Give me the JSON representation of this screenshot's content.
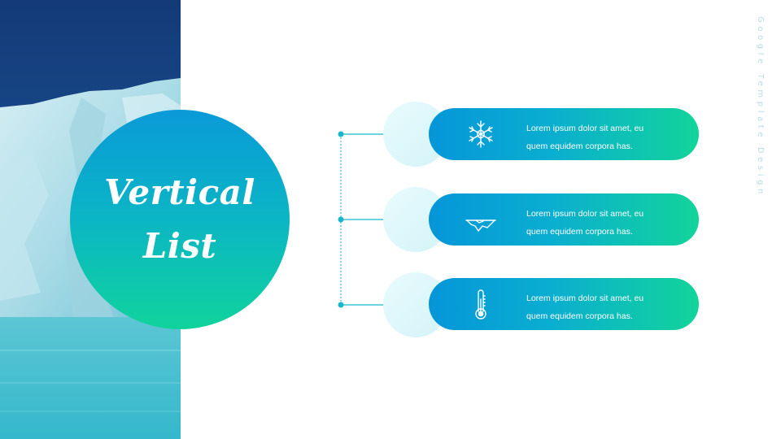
{
  "slide": {
    "title_line1": "Vertical",
    "title_line2": "List",
    "side_caption": "Google Template Design"
  },
  "items": [
    {
      "icon": "snowflake-icon",
      "text_line1": "Lorem ipsum dolor sit amet, eu",
      "text_line2": "quem equidem corpora has."
    },
    {
      "icon": "iceberg-icon",
      "text_line1": "Lorem ipsum dolor sit amet, eu",
      "text_line2": "quem equidem corpora has."
    },
    {
      "icon": "thermometer-icon",
      "text_line1": "Lorem ipsum dolor sit amet, eu",
      "text_line2": "quem equidem corpora has."
    }
  ],
  "colors": {
    "accent_blue": "#0596d9",
    "accent_green": "#12d49a",
    "connector": "#18b6cc",
    "halo": "#d3f3f8"
  }
}
